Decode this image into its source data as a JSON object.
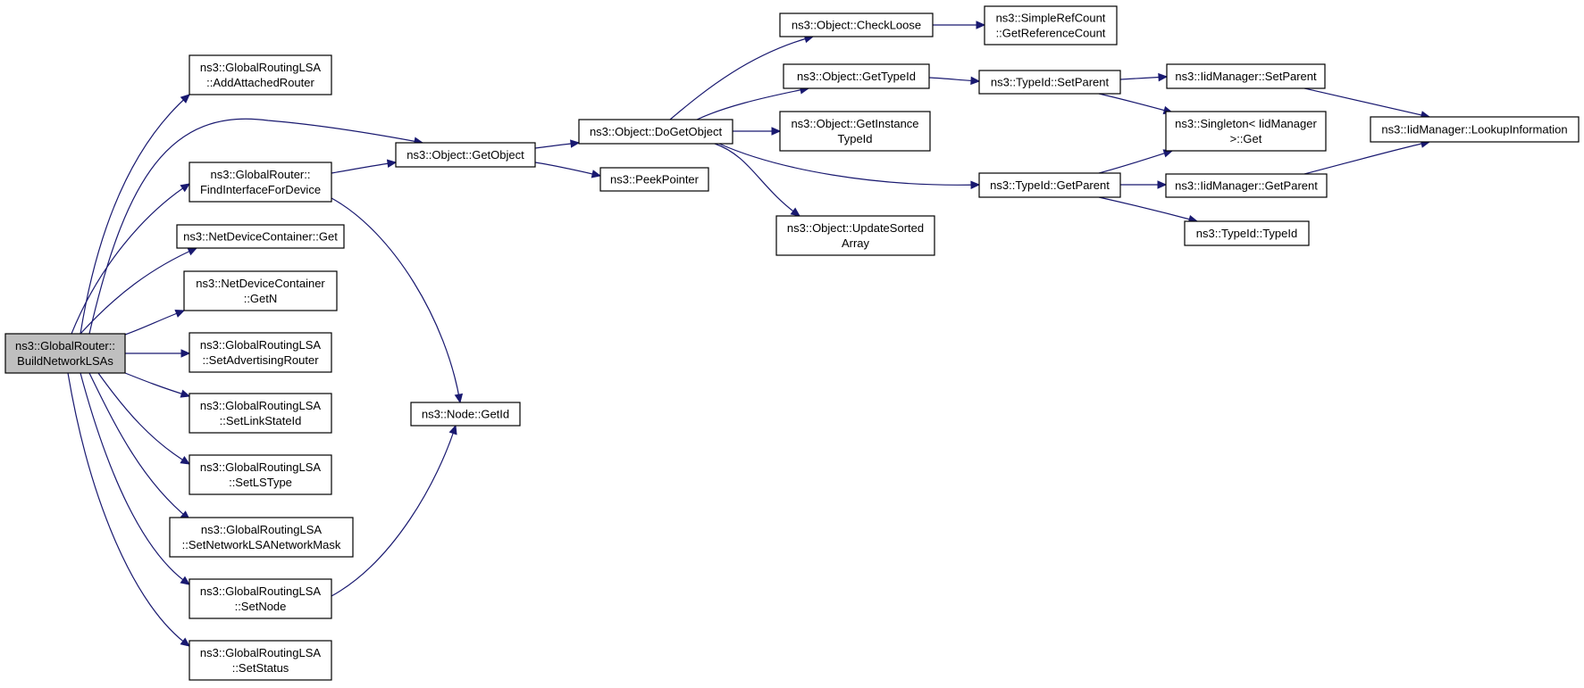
{
  "diagram": {
    "colors": {
      "edge": "#191970",
      "node_border": "#000000",
      "node_fill": "#ffffff",
      "root_fill": "#bfbfbf"
    },
    "nodes": [
      {
        "id": "build",
        "lines": [
          "ns3::GlobalRouter::",
          "BuildNetworkLSAs"
        ],
        "root": true
      },
      {
        "id": "addAttached",
        "lines": [
          "ns3::GlobalRoutingLSA",
          "::AddAttachedRouter"
        ]
      },
      {
        "id": "findIface",
        "lines": [
          "ns3::GlobalRouter::",
          "FindInterfaceForDevice"
        ]
      },
      {
        "id": "ndcGet",
        "lines": [
          "ns3::NetDeviceContainer::Get"
        ]
      },
      {
        "id": "ndcGetN",
        "lines": [
          "ns3::NetDeviceContainer",
          "::GetN"
        ]
      },
      {
        "id": "setAdv",
        "lines": [
          "ns3::GlobalRoutingLSA",
          "::SetAdvertisingRouter"
        ]
      },
      {
        "id": "setLinkState",
        "lines": [
          "ns3::GlobalRoutingLSA",
          "::SetLinkStateId"
        ]
      },
      {
        "id": "setLSType",
        "lines": [
          "ns3::GlobalRoutingLSA",
          "::SetLSType"
        ]
      },
      {
        "id": "setMask",
        "lines": [
          "ns3::GlobalRoutingLSA",
          "::SetNetworkLSANetworkMask"
        ]
      },
      {
        "id": "setNode",
        "lines": [
          "ns3::GlobalRoutingLSA",
          "::SetNode"
        ]
      },
      {
        "id": "setStatus",
        "lines": [
          "ns3::GlobalRoutingLSA",
          "::SetStatus"
        ]
      },
      {
        "id": "getObject",
        "lines": [
          "ns3::Object::GetObject"
        ]
      },
      {
        "id": "nodeGetId",
        "lines": [
          "ns3::Node::GetId"
        ]
      },
      {
        "id": "doGetObject",
        "lines": [
          "ns3::Object::DoGetObject"
        ]
      },
      {
        "id": "peekPointer",
        "lines": [
          "ns3::PeekPointer"
        ]
      },
      {
        "id": "checkLoose",
        "lines": [
          "ns3::Object::CheckLoose"
        ]
      },
      {
        "id": "getTypeId",
        "lines": [
          "ns3::Object::GetTypeId"
        ]
      },
      {
        "id": "getInstanceTypeId",
        "lines": [
          "ns3::Object::GetInstance",
          "TypeId"
        ]
      },
      {
        "id": "updateSorted",
        "lines": [
          "ns3::Object::UpdateSorted",
          "Array"
        ]
      },
      {
        "id": "getRefCount",
        "lines": [
          "ns3::SimpleRefCount",
          "::GetReferenceCount"
        ]
      },
      {
        "id": "typeIdSetParent",
        "lines": [
          "ns3::TypeId::SetParent"
        ]
      },
      {
        "id": "typeIdGetParent",
        "lines": [
          "ns3::TypeId::GetParent"
        ]
      },
      {
        "id": "iidSetParent",
        "lines": [
          "ns3::IidManager::SetParent"
        ]
      },
      {
        "id": "singletonGet",
        "lines": [
          "ns3::Singleton< IidManager",
          " >::Get"
        ]
      },
      {
        "id": "iidGetParent",
        "lines": [
          "ns3::IidManager::GetParent"
        ]
      },
      {
        "id": "typeIdCtor",
        "lines": [
          "ns3::TypeId::TypeId"
        ]
      },
      {
        "id": "lookupInfo",
        "lines": [
          "ns3::IidManager::LookupInformation"
        ]
      }
    ]
  }
}
